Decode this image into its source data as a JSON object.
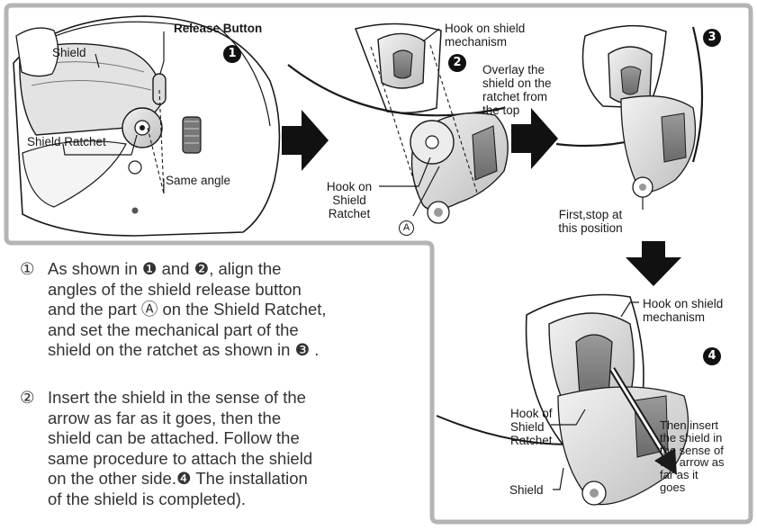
{
  "step_markers": [
    "1",
    "2",
    "3",
    "4"
  ],
  "panel1": {
    "release_button": "Release Button",
    "shield": "Shield",
    "shield_ratchet": "Shield Ratchet",
    "same_angle": "Same angle"
  },
  "panel2": {
    "hook_on_shield_mechanism": [
      "Hook on shield",
      "mechanism"
    ],
    "overlay_note": [
      "Overlay the",
      "shield on the",
      "ratchet from",
      "the top"
    ],
    "hook_on_shield_ratchet": [
      "Hook on",
      "Shield",
      "Ratchet"
    ],
    "part_letter": "A"
  },
  "panel3": {
    "first_stop": [
      "First,stop at",
      "this position"
    ]
  },
  "panel4": {
    "hook_on_shield_mechanism": [
      "Hook on shield",
      "mechanism"
    ],
    "hook_of_shield_ratchet": [
      "Hook of",
      "Shield",
      "Ratchet"
    ],
    "insert_note": [
      "Then insert",
      "the shield in",
      "the sense of",
      "the arrow as",
      "far as it",
      "goes"
    ],
    "shield": "Shield"
  },
  "instructions": [
    {
      "number": "①",
      "lines": [
        "As shown in ❶ and ❷, align the",
        "angles of the shield release button",
        "and the part Ⓐ on the Shield Ratchet,",
        "and set the mechanical part of the",
        "shield on the ratchet as shown in ❸ ."
      ]
    },
    {
      "number": "②",
      "lines": [
        "Insert the shield in the sense of the",
        "arrow as far as it goes, then the",
        "shield can be attached. Follow the",
        "same procedure to attach the shield",
        "on the other side.❹ The installation",
        "of the shield is completed)."
      ]
    }
  ],
  "colors": {
    "frame_gray": "#b4b4b4",
    "ink": "#1a1a1a",
    "part_fill": "#e2e2e2",
    "part_dark": "#8c8c8c",
    "arrow_black": "#111111"
  }
}
